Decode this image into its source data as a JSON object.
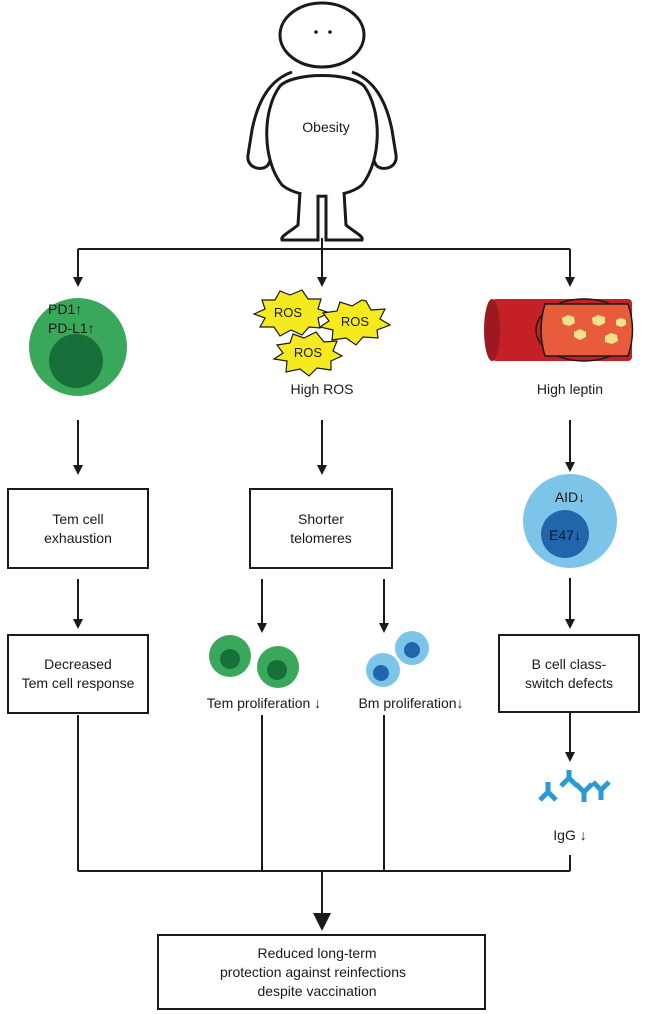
{
  "root": {
    "label": "Obesity"
  },
  "branches": {
    "left": {
      "cell_markers": [
        "PD1↑",
        "PD-L1↑"
      ],
      "box1": [
        "Tem cell",
        "exhaustion"
      ],
      "box2": [
        "Decreased",
        "Tem cell response"
      ]
    },
    "middle": {
      "ros_labels": [
        "ROS",
        "ROS",
        "ROS"
      ],
      "caption": "High ROS",
      "box1": [
        "Shorter",
        "telomeres"
      ],
      "tem_caption": "Tem proliferation ↓",
      "bm_caption": "Bm proliferation↓"
    },
    "right": {
      "caption": "High leptin",
      "cell_outer": "AID↓",
      "cell_inner": "E47↓",
      "box1": [
        "B cell class-",
        "switch defects"
      ],
      "igg_caption": "IgG ↓"
    }
  },
  "outcome": {
    "lines": [
      "Reduced long-term",
      "protection against reinfections",
      "despite vaccination"
    ]
  },
  "colors": {
    "green": "#3aa85b",
    "dark_green": "#17703a",
    "light_blue": "#7dc4e9",
    "dark_blue": "#2166ab",
    "ros_yellow": "#f5e91f",
    "vessel_red": "#c42026",
    "vessel_inner": "#e85c3c",
    "fat_yellow": "#f3e28c",
    "antibody_blue": "#2b9ad4",
    "line": "#1a1a1a"
  },
  "icons": [
    "person-icon",
    "ros-burst-icon",
    "blood-vessel-icon",
    "antibody-icon",
    "syringe-icon"
  ]
}
